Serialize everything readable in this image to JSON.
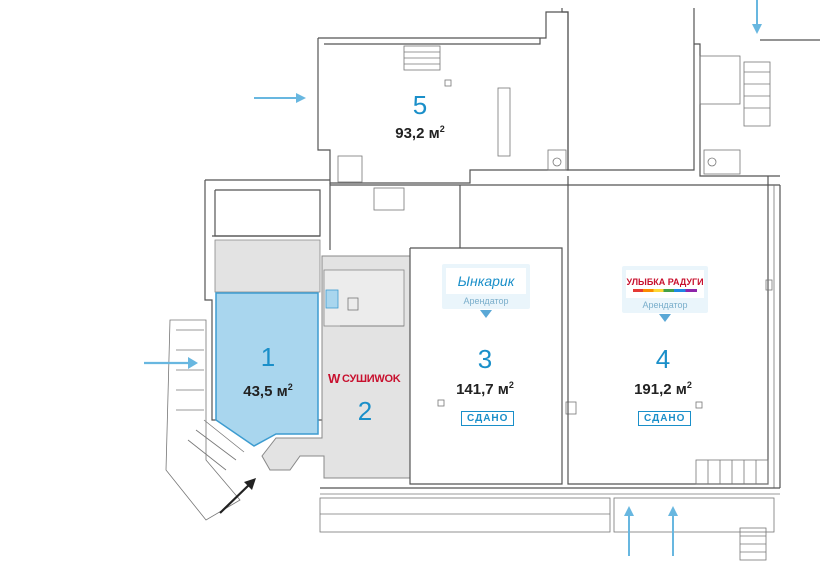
{
  "rooms": {
    "r1": {
      "number": "1",
      "area": "43,5 м",
      "sup": "2"
    },
    "r2": {
      "number": "2"
    },
    "r3": {
      "number": "3",
      "area": "141,7 м",
      "sup": "2",
      "status": "СДАНО"
    },
    "r4": {
      "number": "4",
      "area": "191,2 м",
      "sup": "2",
      "status": "СДАНО"
    },
    "r5": {
      "number": "5",
      "area": "93,2 м",
      "sup": "2"
    }
  },
  "tenants": {
    "r2_brand": "СУШИWOK",
    "r3_brand": "Ынкарик",
    "r3_caption": "Арендатор",
    "r4_brand": "УЛЫБКА РАДУГИ",
    "r4_caption": "Арендатор"
  },
  "colors": {
    "available_fill": "#a9d6ee",
    "available_stroke": "#3d9cd0",
    "occupied_fill": "#e3e3e3",
    "accent": "#1a8fc9",
    "arrow_light": "#68b7e0",
    "arrow_dark": "#222222"
  }
}
